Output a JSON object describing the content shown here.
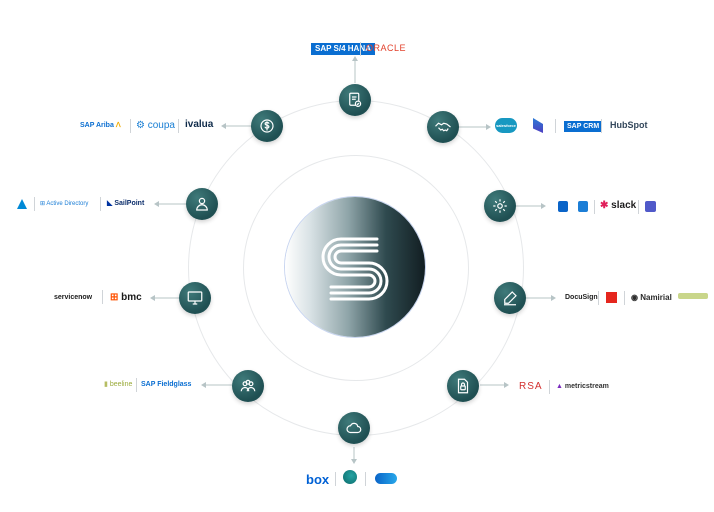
{
  "brand": {
    "center_label": "S"
  },
  "categories": {
    "top": {
      "icon": "document-check-icon",
      "logos": [
        "SAP S/4 HANA",
        "ORACLE"
      ]
    },
    "top_right": {
      "icon": "handshake-icon",
      "logos": [
        "salesforce",
        "SAP CRM",
        "HubSpot"
      ]
    },
    "right_upper": {
      "icon": "settings-gear-icon",
      "logos": [
        "slack"
      ]
    },
    "right": {
      "icon": "pen-sign-icon",
      "logos": [
        "DocuSign",
        "Namirial"
      ]
    },
    "bottom_right": {
      "icon": "document-lock-icon",
      "logos": [
        "RSA",
        "metricstream"
      ]
    },
    "bottom": {
      "icon": "cloud-icon",
      "logos": [
        "box"
      ]
    },
    "bottom_left": {
      "icon": "users-group-icon",
      "logos": [
        "beeline",
        "SAP Fieldglass"
      ]
    },
    "left": {
      "icon": "monitor-icon",
      "logos": [
        "servicenow",
        "bmc"
      ]
    },
    "left_upper": {
      "icon": "user-id-icon",
      "logos": [
        "Active Directory",
        "SailPoint"
      ]
    },
    "top_left": {
      "icon": "dollar-coin-icon",
      "logos": [
        "SAP Ariba",
        "coupa",
        "ivalua"
      ]
    }
  },
  "colors": {
    "node": "#2b6163",
    "ring": "#e6e8ea",
    "sap_blue": "#0a6ed1",
    "oracle_red": "#e2412c",
    "coupa_blue": "#1a7fd4",
    "hubspot_orange": "#ff7a59",
    "rsa_red": "#d3302f",
    "bmc_orange": "#fe5000",
    "box_blue": "#0061d5"
  }
}
